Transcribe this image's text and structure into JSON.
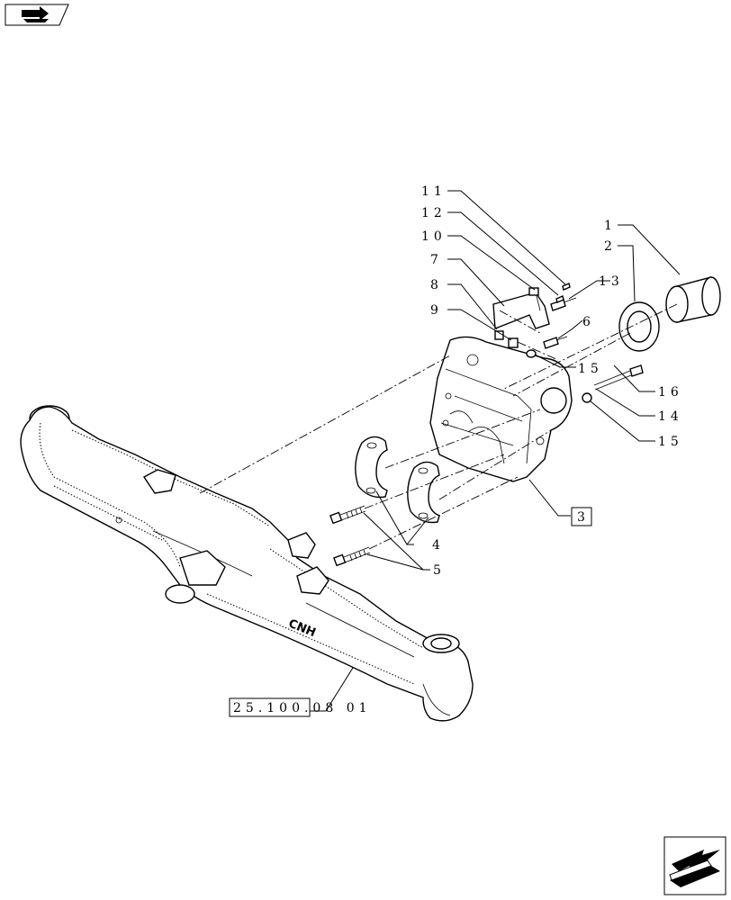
{
  "labels": {
    "l1": "1",
    "l2": "2",
    "l3": "3",
    "l4": "4",
    "l5": "5",
    "l6": "6",
    "l7": "7",
    "l8": "8",
    "l9": "9",
    "l10": "10",
    "l11": "11",
    "l12": "12",
    "l13": "13",
    "l14": "14",
    "l15a": "15",
    "l15b": "15",
    "l16": "16"
  },
  "reference": "25.100.08 01",
  "brand": "CNH",
  "icons": {
    "top": "forward-page-icon",
    "bottom": "previous-page-icon"
  }
}
